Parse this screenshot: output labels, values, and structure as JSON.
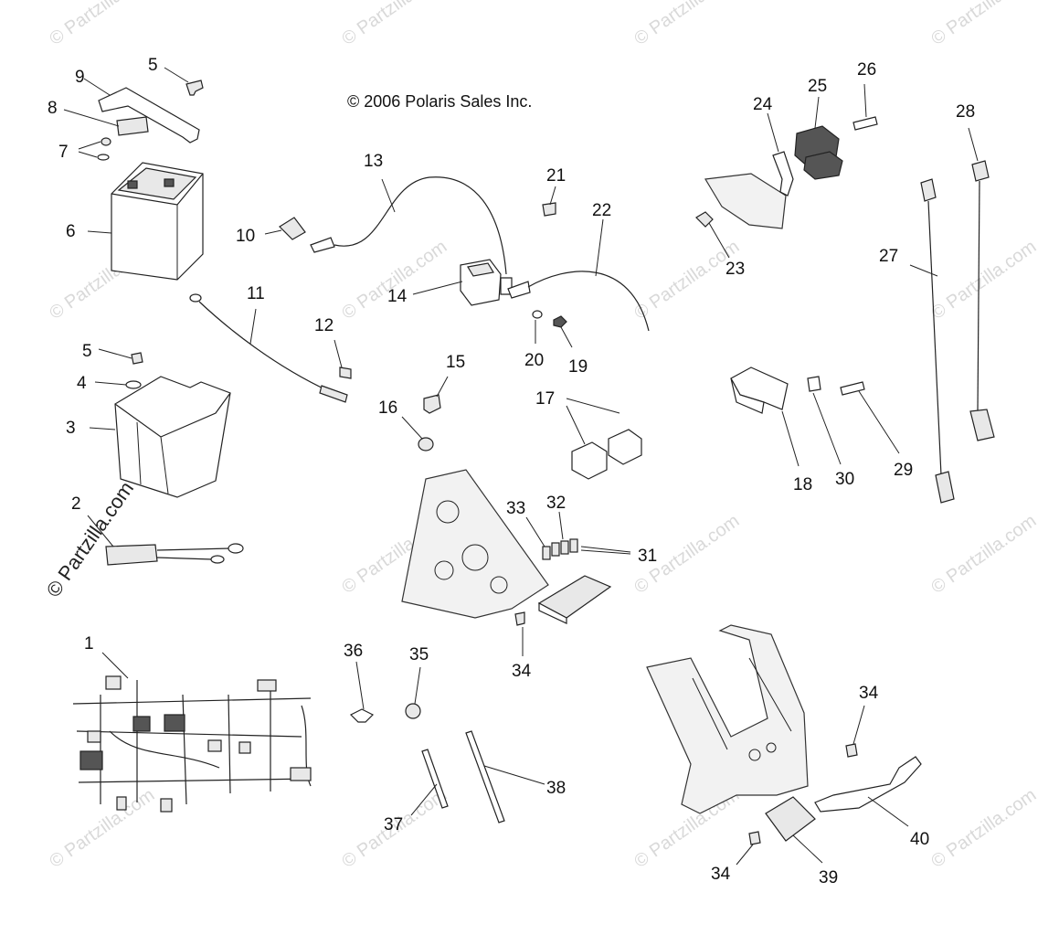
{
  "copyright": "© 2006 Polaris Sales Inc.",
  "watermark_side": "© Partzilla.com",
  "watermark_bg": "© Partzilla.com",
  "callouts": {
    "c1": "1",
    "c2": "2",
    "c3": "3",
    "c4": "4",
    "c5a": "5",
    "c5b": "5",
    "c6": "6",
    "c7": "7",
    "c8": "8",
    "c9": "9",
    "c10": "10",
    "c11": "11",
    "c12": "12",
    "c13": "13",
    "c14": "14",
    "c15": "15",
    "c16": "16",
    "c17": "17",
    "c18": "18",
    "c19": "19",
    "c20": "20",
    "c21": "21",
    "c22": "22",
    "c23": "23",
    "c24": "24",
    "c25": "25",
    "c26": "26",
    "c27": "27",
    "c28": "28",
    "c29": "29",
    "c30": "30",
    "c31": "31",
    "c32": "32",
    "c33": "33",
    "c34a": "34",
    "c34b": "34",
    "c34c": "34",
    "c35": "35",
    "c36": "36",
    "c37": "37",
    "c38": "38",
    "c39": "39",
    "c40": "40"
  },
  "colors": {
    "line": "#222222",
    "watermark": "#d9d9d9",
    "background": "#ffffff"
  }
}
